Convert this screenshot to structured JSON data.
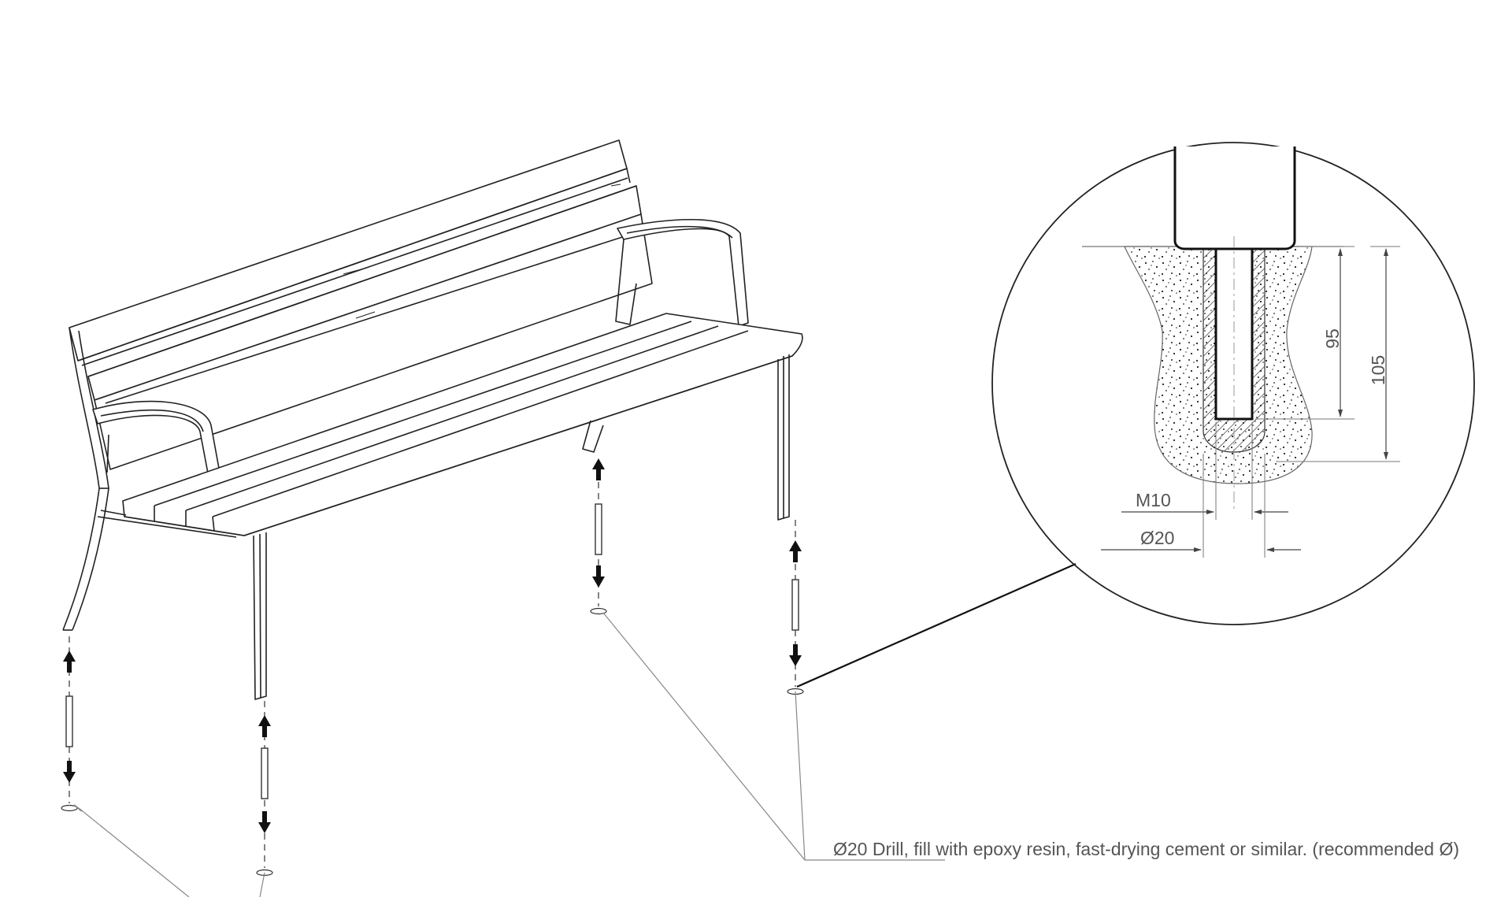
{
  "detail": {
    "dim_95": "95",
    "dim_105": "105",
    "label_bolt": "M10",
    "label_hole": "Ø20"
  },
  "note": {
    "text": "Ø20 Drill, fill with epoxy resin, fast-drying cement or similar. (recommended Ø)"
  },
  "colors": {
    "line": "#222222",
    "thin_line": "#777777",
    "dim_text": "#555555"
  },
  "icons": {
    "up_arrow": "arrow-up-icon",
    "down_arrow": "arrow-down-icon",
    "anchor_bolt": "anchor-bolt-icon",
    "drill_hole": "drill-hole-icon"
  }
}
